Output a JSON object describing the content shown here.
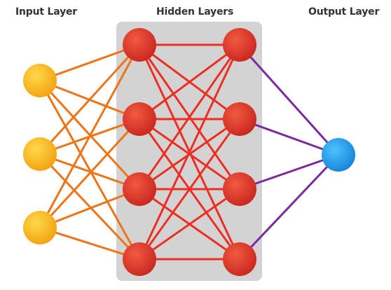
{
  "labels": {
    "input_layer": "Input Layer",
    "hidden_layers": "Hidden Layers",
    "output_layer": "Output Layer"
  },
  "network": {
    "input_nodes": 3,
    "hidden_layers": [
      4,
      4
    ],
    "output_nodes": 1,
    "fully_connected": true
  },
  "colors": {
    "input_node": "#f7b515",
    "hidden_node": "#e0372a",
    "output_node": "#2aa4ef",
    "input_to_hidden_edge": "#ee7418",
    "hidden_to_hidden_edge": "#ec2f22",
    "hidden_to_output_edge": "#7b2aa0",
    "hidden_panel": "#d3d3d3"
  }
}
